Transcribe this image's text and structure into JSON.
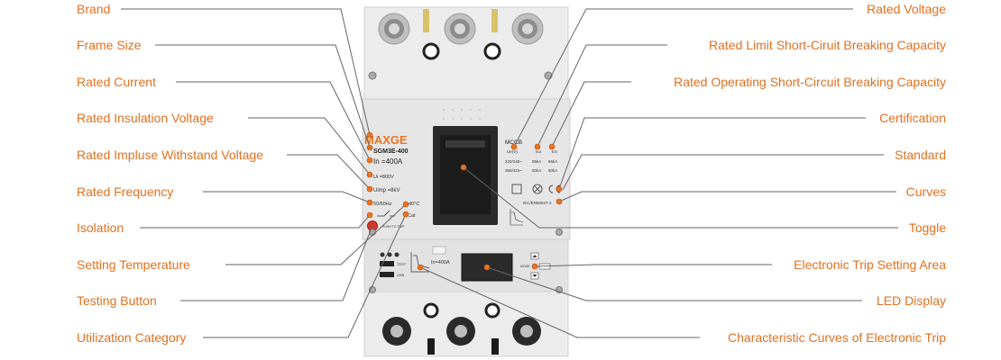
{
  "colors": {
    "label_orange": "#e2701f",
    "leader_line": "#666666",
    "breaker_body": "#e9e9e9",
    "brand_accent": "#e9741f",
    "marker_dot": "#e9741f"
  },
  "labels": {
    "left": [
      "Brand",
      "Frame Size",
      "Rated Current",
      "Rated Insulation Voltage",
      "Rated Impluse Withstand Voltage",
      "Rated Frequency",
      "Isolation",
      "Setting Temperature",
      "Testing Button",
      "Utilization Category"
    ],
    "right": [
      "Rated Voltage",
      "Rated Limit Short-Ciruit Breaking Capacity",
      "Rated Operating Short-Circuit Breaking Capacity",
      "Certification",
      "Standard",
      "Curves",
      "Toggle",
      "Electronic Trip Setting Area",
      "LED Display",
      "Characteristic Curves of Electronic Trip"
    ]
  },
  "device": {
    "brand": "MAXGE",
    "model": "SGM3E-400",
    "current": "In =400A",
    "insulation": "Ui =800V",
    "impulse": "Uimp =8kV",
    "frequency": "50/60Hz",
    "temp": "40°C",
    "category": "Cat",
    "trip_label": "PUSH TO TRIP",
    "mccb": "MCCB",
    "rating_header": [
      "Ue(V)",
      "Icu",
      "Ics"
    ],
    "rating_rows": [
      [
        "220/240~",
        "85kA",
        "65kA"
      ],
      [
        "380/415~",
        "50kA",
        "50kA"
      ]
    ],
    "standard": "IEC/EN60947-2",
    "trip_current": "In=400A",
    "test_label": "TEST",
    "mode_label": "MODE",
    "usb_label": "USB"
  }
}
